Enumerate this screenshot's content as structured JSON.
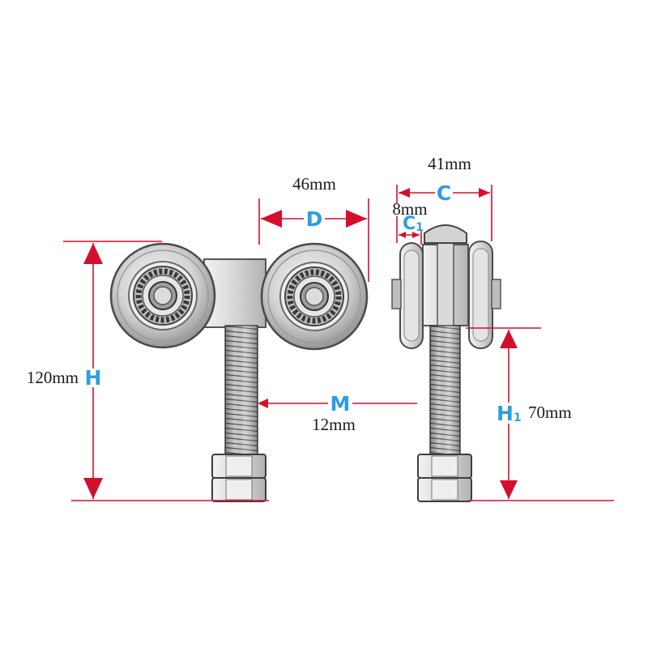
{
  "dimensions": {
    "D": {
      "symbol": "D",
      "value": "46mm"
    },
    "C": {
      "symbol": "C",
      "value": "41mm"
    },
    "C1": {
      "symbol": "C",
      "subscript": "1",
      "value": "8mm"
    },
    "H": {
      "symbol": "H",
      "value": "120mm"
    },
    "M": {
      "symbol": "M",
      "value": "12mm"
    },
    "H1": {
      "symbol": "H",
      "subscript": "1",
      "value": "70mm"
    }
  },
  "colors": {
    "dimension_line": "#d3102c",
    "label": "#2b9fe0",
    "text": "#1a1a1a"
  }
}
